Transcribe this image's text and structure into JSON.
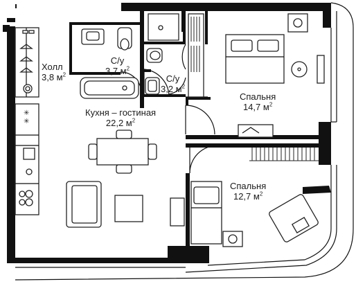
{
  "rooms": [
    {
      "key": "hall",
      "name": "Холл",
      "area": "3,8 м",
      "unit_sup": "2"
    },
    {
      "key": "bath1",
      "name": "С/у",
      "area": "3,7 м",
      "unit_sup": "2"
    },
    {
      "key": "bath2",
      "name": "С/у",
      "area": "3,2 м",
      "unit_sup": "2"
    },
    {
      "key": "bedroom1",
      "name": "Спальня",
      "area": "14,7 м",
      "unit_sup": "2"
    },
    {
      "key": "kitchen",
      "name": "Кухня – гостиная",
      "area": "22,2 м",
      "unit_sup": "2"
    },
    {
      "key": "bedroom2",
      "name": "Спальня",
      "area": "12,7 м",
      "unit_sup": "2"
    }
  ],
  "colors": {
    "wall": "#111111",
    "line": "#222222",
    "background": "#ffffff"
  }
}
